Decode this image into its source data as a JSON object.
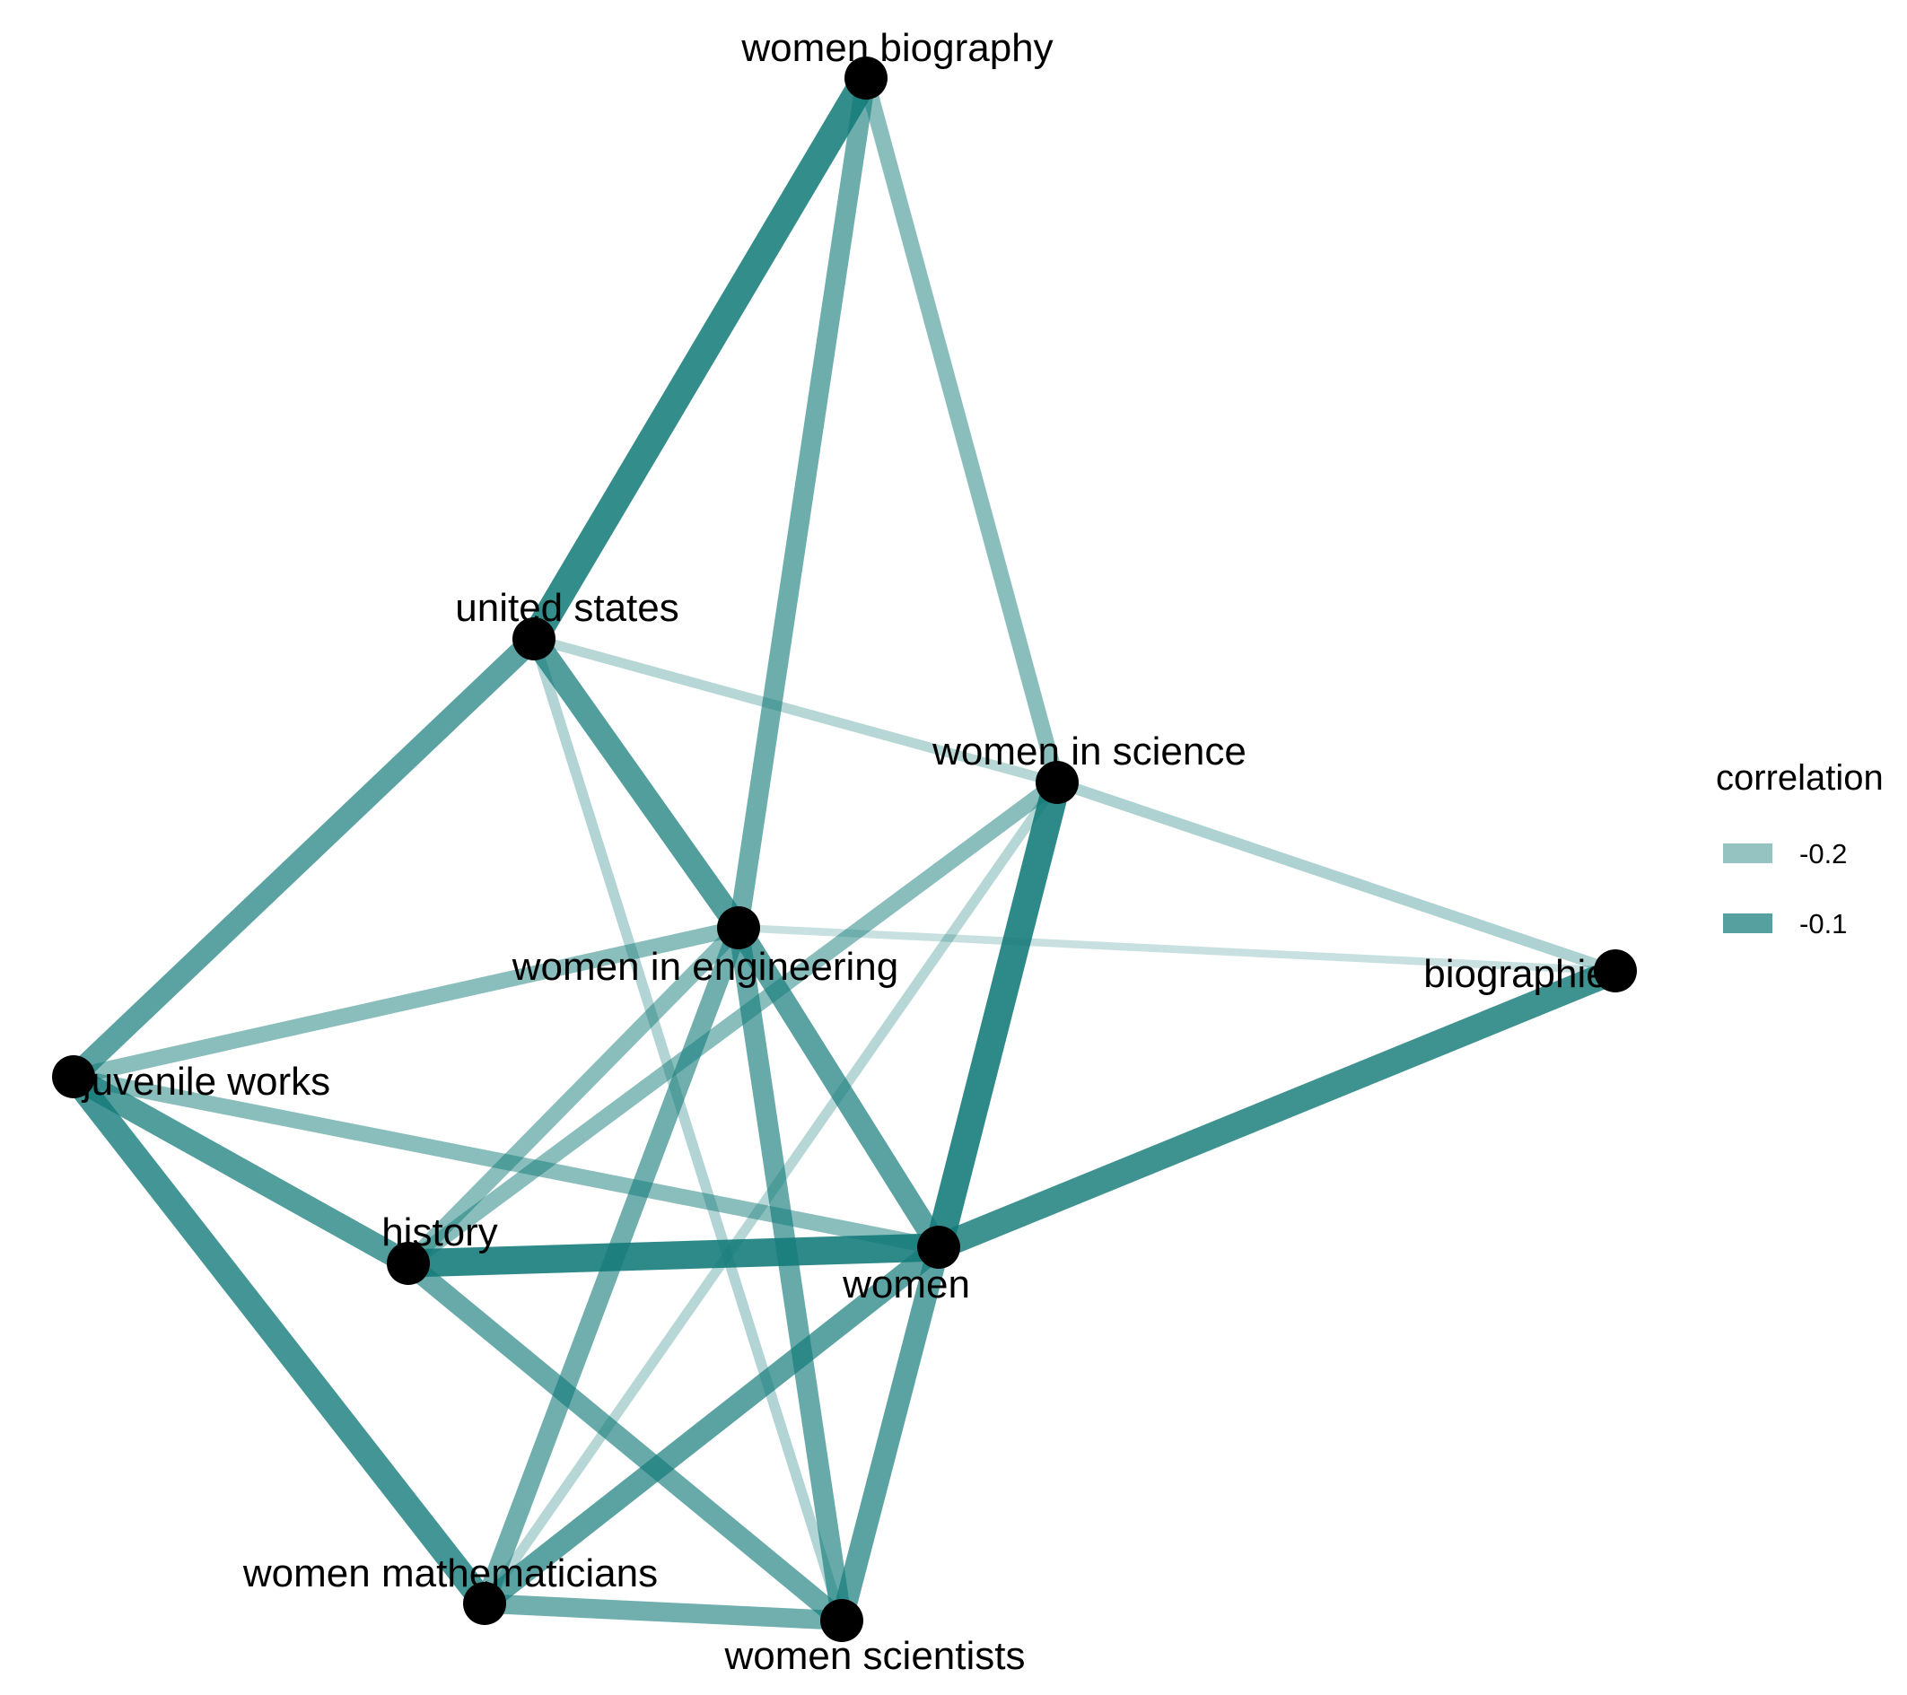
{
  "graph": {
    "edge_color": "#117a78",
    "node_color": "#000000",
    "nodes": [
      {
        "id": "women biography",
        "label": "women biography"
      },
      {
        "id": "united states",
        "label": "united states"
      },
      {
        "id": "women in science",
        "label": "women in science"
      },
      {
        "id": "women in engineering",
        "label": "women in engineering"
      },
      {
        "id": "biographies",
        "label": "biographies"
      },
      {
        "id": "juvenile works",
        "label": "juvenile works"
      },
      {
        "id": "history",
        "label": "history"
      },
      {
        "id": "women",
        "label": "women"
      },
      {
        "id": "women mathematicians",
        "label": "women mathematicians"
      },
      {
        "id": "women scientists",
        "label": "women scientists"
      }
    ],
    "edges": [
      {
        "source": "women biography",
        "target": "united states",
        "strength": 0.95
      },
      {
        "source": "women biography",
        "target": "women in engineering",
        "strength": 0.62
      },
      {
        "source": "women biography",
        "target": "women in science",
        "strength": 0.45
      },
      {
        "source": "united states",
        "target": "women in science",
        "strength": 0.2
      },
      {
        "source": "united states",
        "target": "women in engineering",
        "strength": 0.78
      },
      {
        "source": "united states",
        "target": "juvenile works",
        "strength": 0.72
      },
      {
        "source": "united states",
        "target": "women scientists",
        "strength": 0.22
      },
      {
        "source": "women in science",
        "target": "biographies",
        "strength": 0.25
      },
      {
        "source": "women in science",
        "target": "women",
        "strength": 0.97
      },
      {
        "source": "women in science",
        "target": "history",
        "strength": 0.45
      },
      {
        "source": "women in science",
        "target": "women mathematicians",
        "strength": 0.2
      },
      {
        "source": "women in engineering",
        "target": "biographies",
        "strength": 0.1
      },
      {
        "source": "women in engineering",
        "target": "juvenile works",
        "strength": 0.45
      },
      {
        "source": "women in engineering",
        "target": "history",
        "strength": 0.45
      },
      {
        "source": "women in engineering",
        "target": "women",
        "strength": 0.72
      },
      {
        "source": "women in engineering",
        "target": "women mathematicians",
        "strength": 0.6
      },
      {
        "source": "women in engineering",
        "target": "women scientists",
        "strength": 0.65
      },
      {
        "source": "biographies",
        "target": "women",
        "strength": 0.88
      },
      {
        "source": "juvenile works",
        "target": "history",
        "strength": 0.78
      },
      {
        "source": "juvenile works",
        "target": "women",
        "strength": 0.45
      },
      {
        "source": "juvenile works",
        "target": "women mathematicians",
        "strength": 0.85
      },
      {
        "source": "history",
        "target": "women",
        "strength": 0.97
      },
      {
        "source": "history",
        "target": "women scientists",
        "strength": 0.65
      },
      {
        "source": "women",
        "target": "women mathematicians",
        "strength": 0.72
      },
      {
        "source": "women",
        "target": "women scientists",
        "strength": 0.72
      },
      {
        "source": "women mathematicians",
        "target": "women scientists",
        "strength": 0.6
      }
    ]
  },
  "legend": {
    "title": "correlation",
    "items": [
      {
        "label": "-0.2",
        "strength": 0.4
      },
      {
        "label": "-0.1",
        "strength": 0.75
      }
    ]
  }
}
